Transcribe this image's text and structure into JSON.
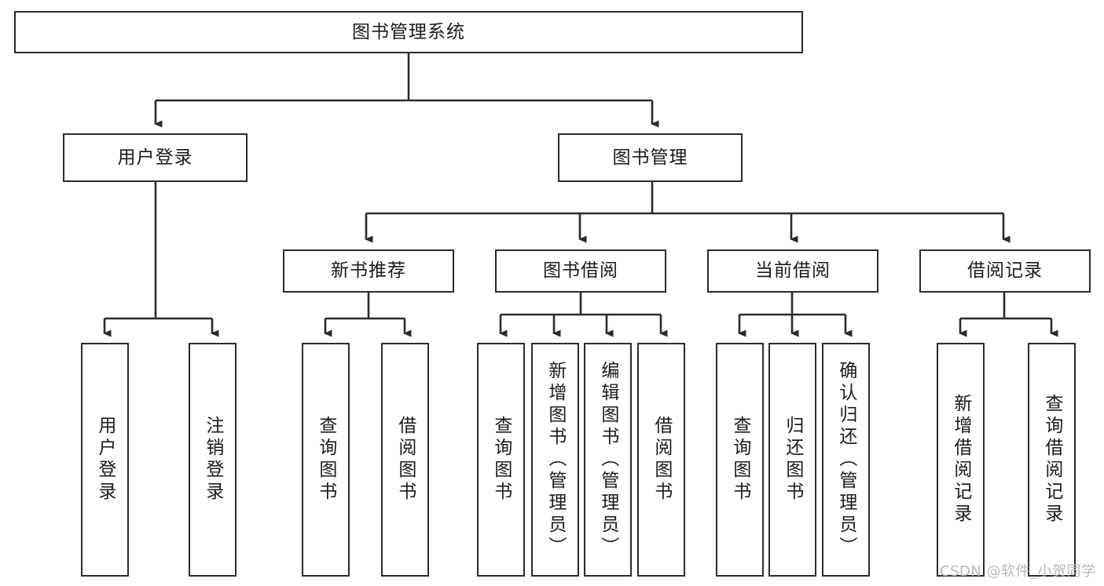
{
  "diagram": {
    "title": "图书管理系统",
    "type": "tree-hierarchy-diagram",
    "root": {
      "label": "图书管理系统"
    },
    "level2": [
      {
        "label": "用户登录"
      },
      {
        "label": "图书管理"
      }
    ],
    "level3": [
      {
        "label": "新书推荐"
      },
      {
        "label": "图书借阅"
      },
      {
        "label": "当前借阅"
      },
      {
        "label": "借阅记录"
      }
    ],
    "leaves": [
      {
        "label": "用户登录",
        "parent": "用户登录"
      },
      {
        "label": "注销登录",
        "parent": "用户登录"
      },
      {
        "label": "查询图书",
        "parent": "新书推荐"
      },
      {
        "label": "借阅图书",
        "parent": "新书推荐"
      },
      {
        "label": "查询图书",
        "parent": "图书借阅"
      },
      {
        "label": "新增图书（管理员）",
        "parent": "图书借阅"
      },
      {
        "label": "编辑图书（管理员）",
        "parent": "图书借阅"
      },
      {
        "label": "借阅图书",
        "parent": "图书借阅"
      },
      {
        "label": "查询图书",
        "parent": "当前借阅"
      },
      {
        "label": "归还图书",
        "parent": "当前借阅"
      },
      {
        "label": "确认归还（管理员）",
        "parent": "当前借阅"
      },
      {
        "label": "新增借阅记录",
        "parent": "借阅记录"
      },
      {
        "label": "查询借阅记录",
        "parent": "借阅记录"
      }
    ],
    "watermark": "CSDN @软件_小贺同学",
    "colors": {
      "box_border": "#2b2b2b",
      "box_fill": "#ffffff",
      "text": "#1b1b1b",
      "edge": "#2b2b2b",
      "watermark": "#b8b8b8",
      "background": "#ffffff"
    }
  }
}
